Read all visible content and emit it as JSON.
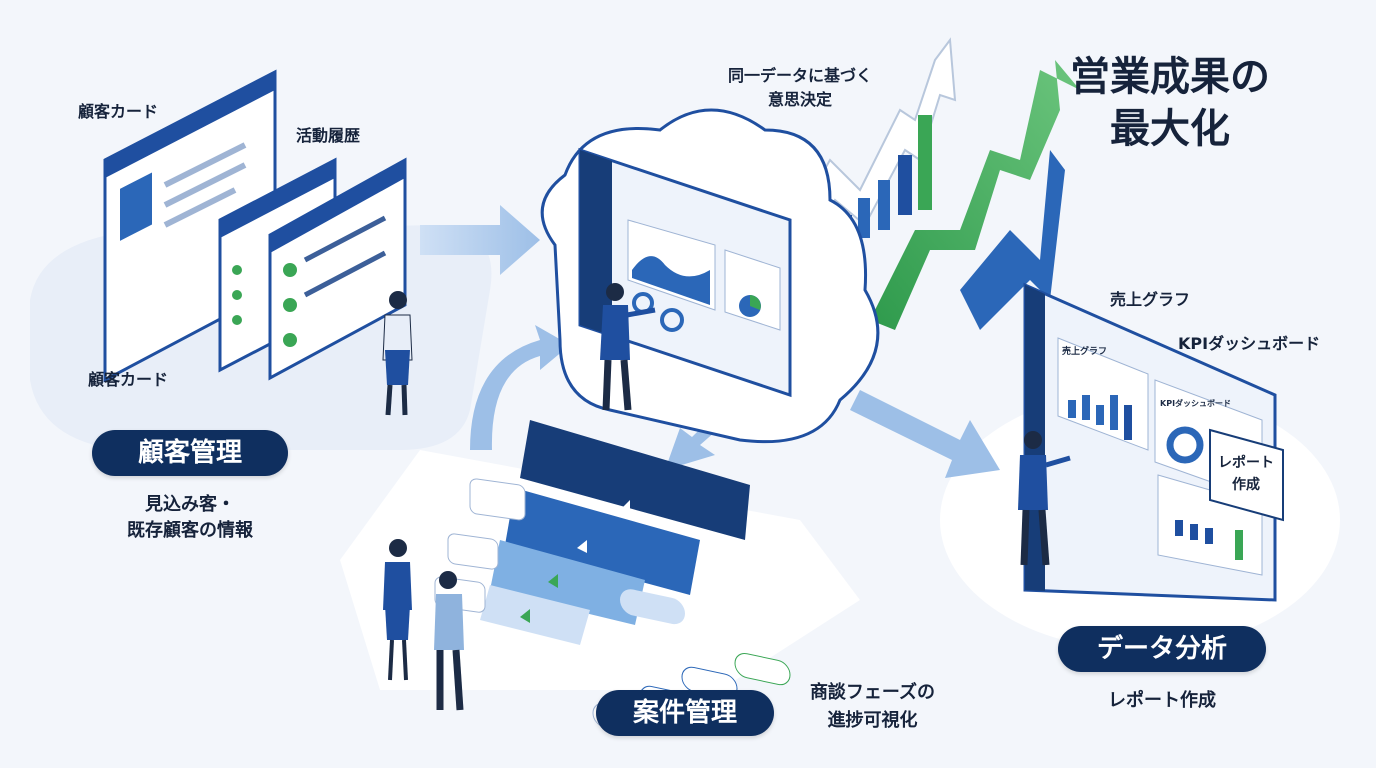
{
  "colors": {
    "navy": "#0f2f5f",
    "primary_blue": "#1f4fa0",
    "light_blue": "#cfe0f5",
    "green": "#3aa655",
    "background": "#f3f6fb"
  },
  "customer": {
    "label_card_top": "顧客カード",
    "label_history": "活動履歴",
    "label_card_bottom": "顧客カード",
    "pill": "顧客管理",
    "desc_line1": "見込み客・",
    "desc_line2": "既存顧客の情報"
  },
  "cloud": {
    "label_line1": "同一データに基づく",
    "label_line2": "意思決定"
  },
  "outcome": {
    "line1": "営業成果の",
    "line2": "最大化"
  },
  "analysis": {
    "label_sales_graph": "売上グラフ",
    "label_kpi": "KPIダッシュボード",
    "screen_sales_graph": "売上グラフ",
    "screen_kpi": "KPIダッシュボード",
    "report_card_line1": "レポート",
    "report_card_line2": "作成",
    "pill": "データ分析",
    "desc": "レポート作成"
  },
  "deals": {
    "pill": "案件管理",
    "desc_line1": "商談フェーズの",
    "desc_line2": "進捗可視化"
  },
  "icons": [
    "arrow-icon",
    "chart-icon",
    "person-icon",
    "cloud-icon",
    "funnel-icon"
  ]
}
